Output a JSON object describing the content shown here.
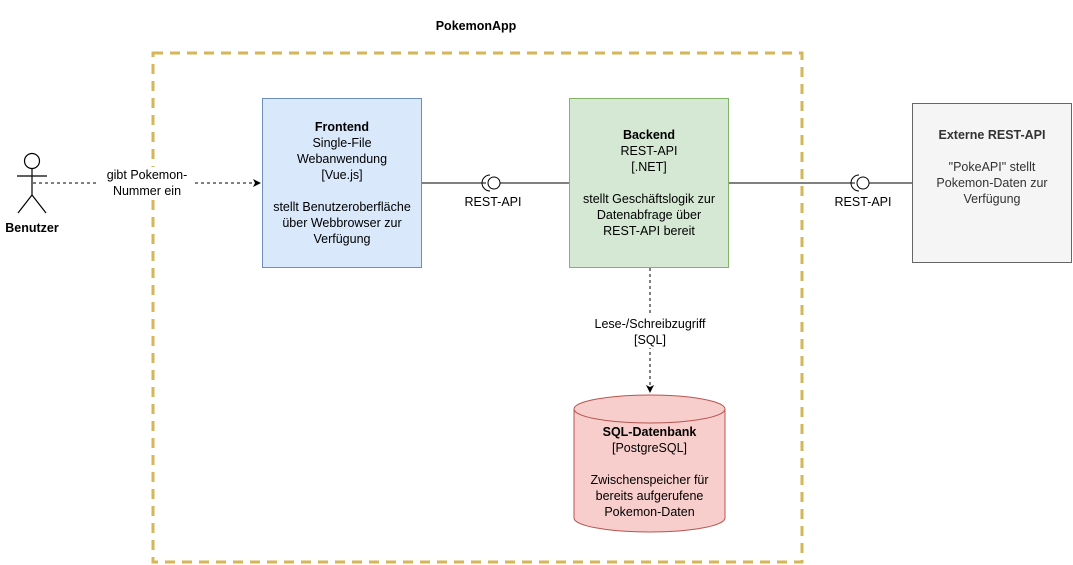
{
  "container": {
    "title": "PokemonApp"
  },
  "actor": {
    "label": "Benutzer"
  },
  "frontend": {
    "title": "Frontend",
    "lines": [
      "Single-File",
      "Webanwendung",
      "[Vue.js]"
    ],
    "description": [
      "stellt Benutzeroberfläche",
      "über Webbrowser zur",
      "Verfügung"
    ]
  },
  "backend": {
    "title": "Backend",
    "lines": [
      "REST-API",
      "[.NET]"
    ],
    "description": [
      "stellt Geschäftslogik zur",
      "Datenabfrage über",
      "REST-API bereit"
    ]
  },
  "external": {
    "title": "Externe REST-API",
    "description": [
      "\"PokeAPI\" stellt",
      "Pokemon-Daten zur",
      "Verfügung"
    ]
  },
  "database": {
    "title": "SQL-Datenbank",
    "tech": "[PostgreSQL]",
    "description": [
      "Zwischenspeicher für",
      "bereits aufgerufene",
      "Pokemon-Daten"
    ]
  },
  "edges": {
    "user_to_frontend": [
      "gibt Pokemon-",
      "Nummer ein"
    ],
    "frontend_backend_interface": "REST-API",
    "backend_external_interface": "REST-API",
    "backend_to_db": [
      "Lese-/Schreibzugriff",
      "[SQL]"
    ]
  },
  "colors": {
    "container_border": "#d6b656",
    "frontend_fill": "#dae8fc",
    "frontend_border": "#6c8ebf",
    "backend_fill": "#d5e8d4",
    "backend_border": "#82b366",
    "external_fill": "#f5f5f5",
    "external_border": "#666666",
    "database_fill": "#f8cecc",
    "database_border": "#b85450"
  }
}
